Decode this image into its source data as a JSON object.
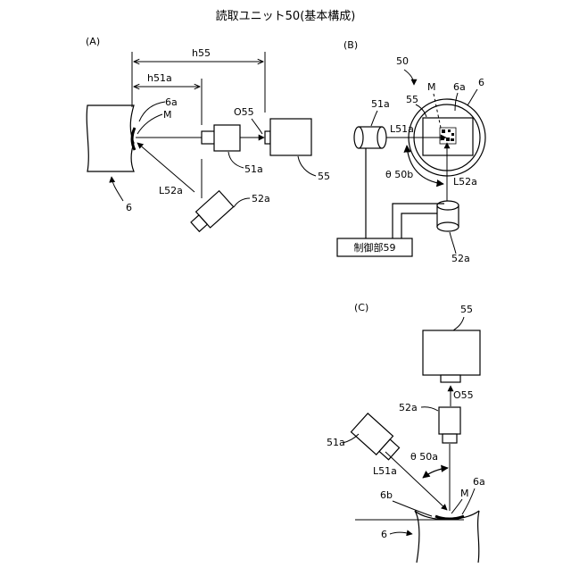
{
  "title": "読取ユニット50(基本構成)",
  "panelA": {
    "label": "(A)",
    "h55": "h55",
    "h51a": "h51a",
    "o55": "O55",
    "m": "M",
    "s6a": "6a",
    "s6": "6",
    "s51a": "51a",
    "s52a": "52a",
    "s55": "55",
    "l52a": "L52a"
  },
  "panelB": {
    "label": "(B)",
    "s50": "50",
    "s55": "55",
    "m": "M",
    "s6a": "6a",
    "s6": "6",
    "s51a": "51a",
    "l51a": "L51a",
    "theta": "θ 50b",
    "l52a": "L52a",
    "s52a": "52a",
    "controller": "制御部59"
  },
  "panelC": {
    "label": "(C)",
    "s55": "55",
    "o55": "O55",
    "s52a": "52a",
    "s51a": "51a",
    "theta": "θ 50a",
    "l51a": "L51a",
    "m": "M",
    "s6a": "6a",
    "s6b": "6b",
    "s6": "6"
  }
}
